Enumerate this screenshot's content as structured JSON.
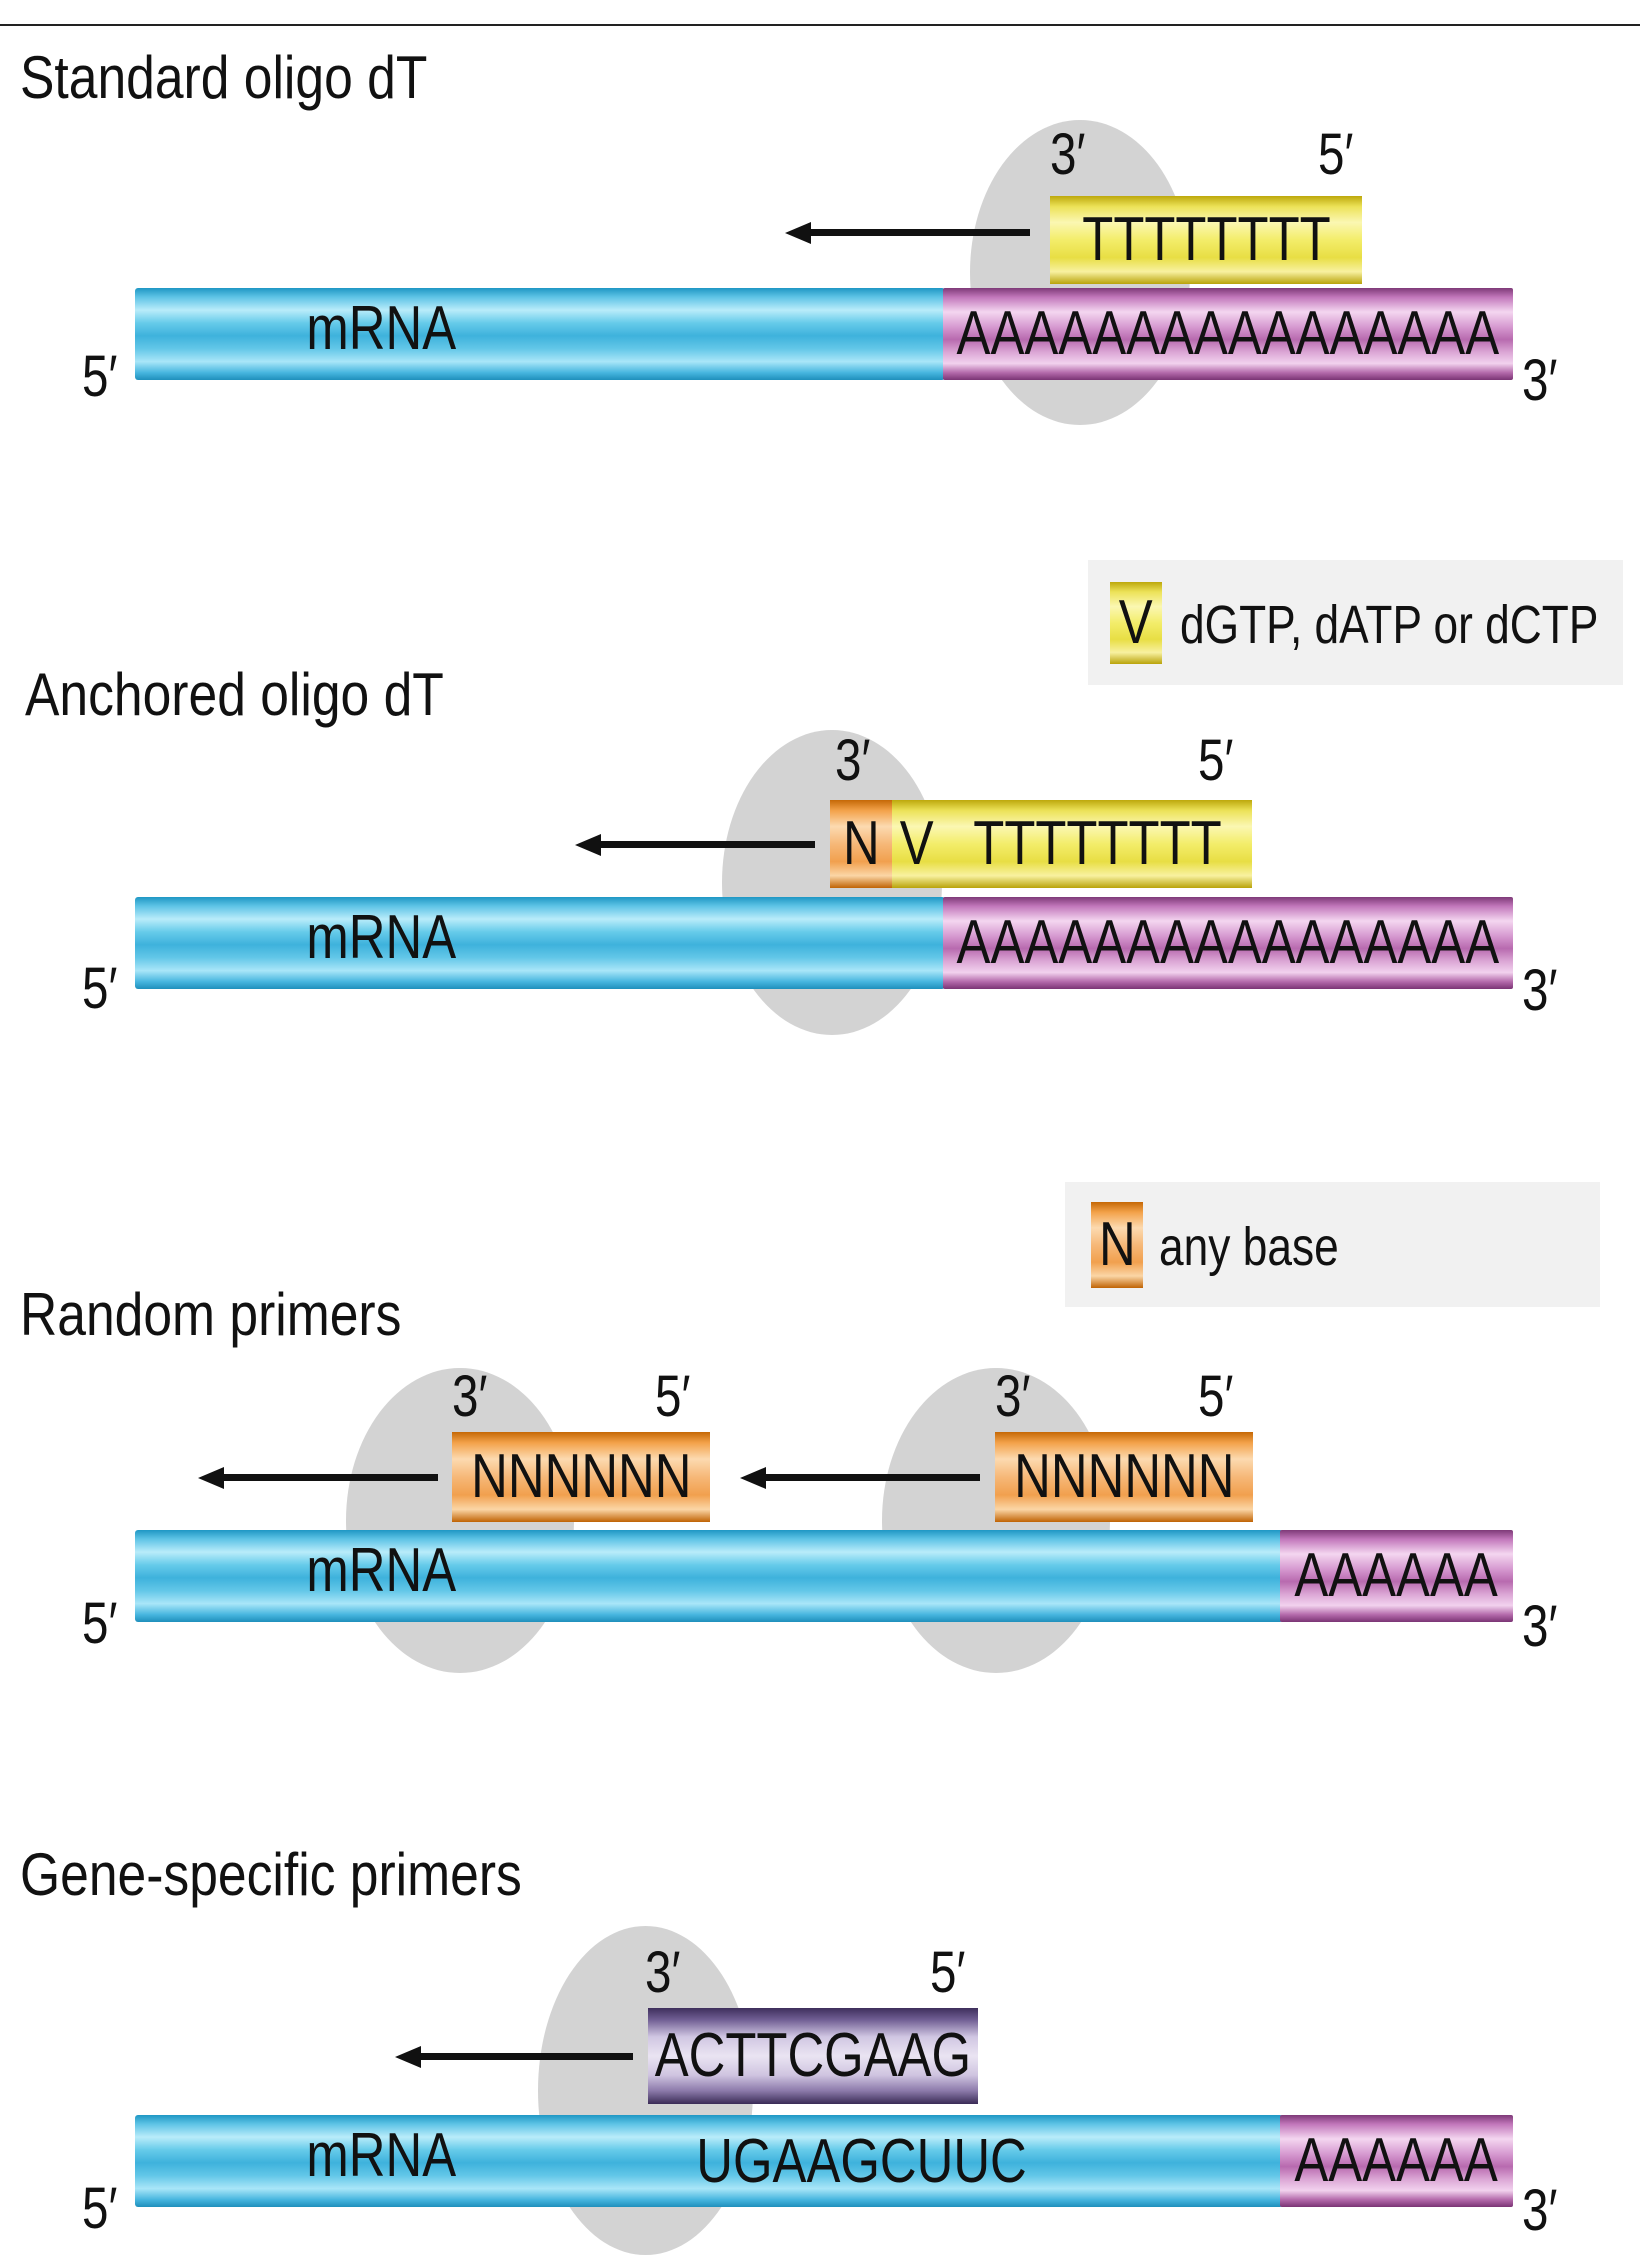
{
  "labels": {
    "five_prime": "5′",
    "three_prime": "3′",
    "mrna": "mRNA"
  },
  "panels": {
    "standard": {
      "title": "Standard oligo dT",
      "primer": "TTTTTTTT",
      "polya": "AAAAAAAAAAAAAAAA"
    },
    "anchored": {
      "title": "Anchored oligo dT",
      "primer_n": "N",
      "primer_v": "V",
      "primer_t": "TTTTTTTT",
      "polya": "AAAAAAAAAAAAAAAA"
    },
    "random": {
      "title": "Random primers",
      "primer1": "NNNNNN",
      "primer2": "NNNNNN",
      "polya": "AAAAAA"
    },
    "gene_specific": {
      "title": "Gene-specific primers",
      "primer": "ACTTCGAAG",
      "target": "UGAAGCUUC",
      "polya": "AAAAAA"
    }
  },
  "legends": {
    "v": {
      "symbol": "V",
      "text": "dGTP, dATP or dCTP",
      "color": "#efe55a"
    },
    "n": {
      "symbol": "N",
      "text": "any base",
      "color": "#f3a24a"
    }
  },
  "colors": {
    "mrna": "#5fc4e6",
    "polya": "#c277bb",
    "primer_t": "#efe55a",
    "primer_n": "#f3a24a",
    "primer_gene": "#b6a8cc",
    "enzyme": "#969696"
  }
}
